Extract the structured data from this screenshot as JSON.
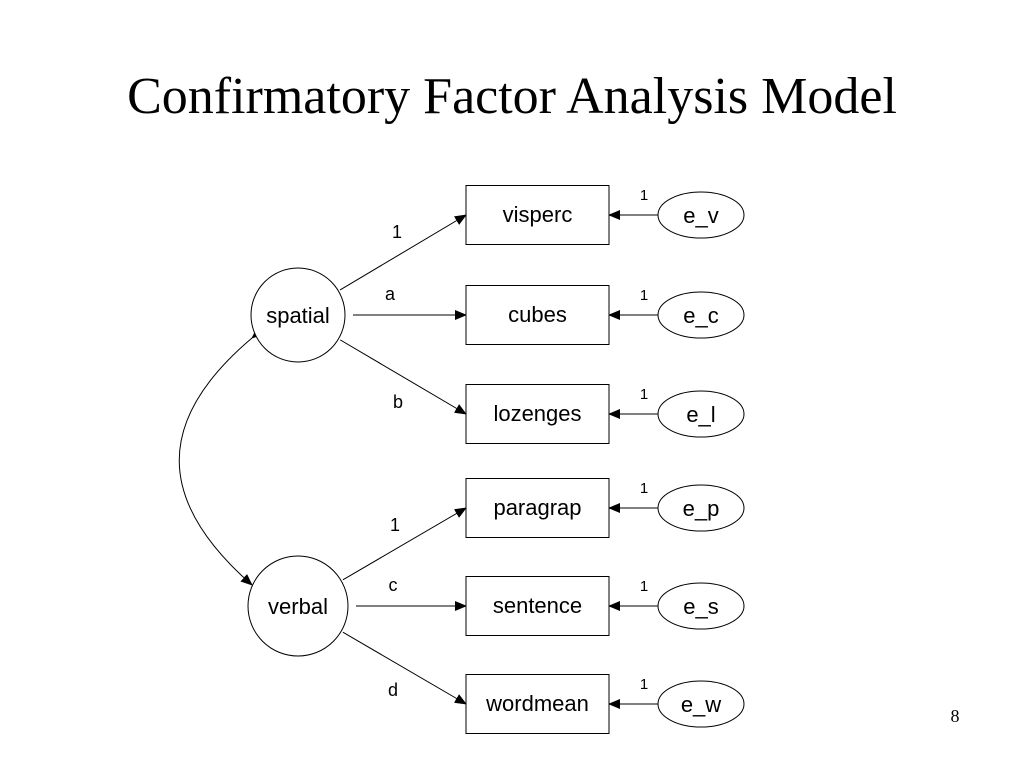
{
  "slide": {
    "title": "Confirmatory Factor Analysis Model",
    "page_number": "8"
  },
  "latent_factors": [
    {
      "id": "spatial",
      "label": "spatial"
    },
    {
      "id": "verbal",
      "label": "verbal"
    }
  ],
  "observed_variables": [
    {
      "id": "visperc",
      "label": "visperc",
      "factor": "spatial",
      "loading": "1"
    },
    {
      "id": "cubes",
      "label": "cubes",
      "factor": "spatial",
      "loading": "a"
    },
    {
      "id": "lozenges",
      "label": "lozenges",
      "factor": "spatial",
      "loading": "b"
    },
    {
      "id": "paragrap",
      "label": "paragrap",
      "factor": "verbal",
      "loading": "1"
    },
    {
      "id": "sentence",
      "label": "sentence",
      "factor": "verbal",
      "loading": "c"
    },
    {
      "id": "wordmean",
      "label": "wordmean",
      "factor": "verbal",
      "loading": "d"
    }
  ],
  "error_terms": [
    {
      "id": "e_v",
      "label": "e_v",
      "target": "visperc",
      "weight": "1"
    },
    {
      "id": "e_c",
      "label": "e_c",
      "target": "cubes",
      "weight": "1"
    },
    {
      "id": "e_l",
      "label": "e_l",
      "target": "lozenges",
      "weight": "1"
    },
    {
      "id": "e_p",
      "label": "e_p",
      "target": "paragrap",
      "weight": "1"
    },
    {
      "id": "e_s",
      "label": "e_s",
      "target": "sentence",
      "weight": "1"
    },
    {
      "id": "e_w",
      "label": "e_w",
      "target": "wordmean",
      "weight": "1"
    }
  ],
  "covariances": [
    {
      "from": "spatial",
      "to": "verbal"
    }
  ]
}
